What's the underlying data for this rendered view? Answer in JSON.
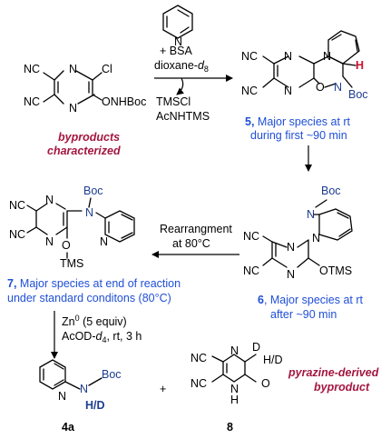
{
  "reagents_top": {
    "line1": "+ BSA",
    "line2_prefix": "dioxane-",
    "line2_sub": "d",
    "line2_sub2": "8"
  },
  "sm_labels": {
    "cn1": "NC",
    "cn2": "NC",
    "n1": "N",
    "n2": "N",
    "cl": "Cl",
    "onhboc": "ONHBoc"
  },
  "pyridine_reagent": {
    "n": "N"
  },
  "byproducts": {
    "tmscl": "TMSCl",
    "acnhtms": "AcNHTMS",
    "note_line1": "byproducts",
    "note_line2": "characterized"
  },
  "cmpd5": {
    "labels": {
      "cn1": "NC",
      "cn2": "NC",
      "n1": "N",
      "n2": "N",
      "n3": "N",
      "o": "O",
      "nboc": "N",
      "boc": "Boc",
      "h": "H"
    },
    "num": "5,",
    "desc1": " Major species at rt",
    "desc2": "during first ~90 min"
  },
  "cmpd6": {
    "labels": {
      "cn1": "NC",
      "cn2": "NC",
      "n1": "N",
      "n2": "N",
      "n3": "N",
      "n4": "N",
      "boc": "Boc",
      "otms": "OTMS"
    },
    "num": "6",
    "desc1": ", Major species at rt",
    "desc2": "after ~90 min"
  },
  "rearr": {
    "line1": "Rearrangment",
    "line2": "at 80°C"
  },
  "cmpd7": {
    "labels": {
      "cn1": "NC",
      "cn2": "NC",
      "n1": "N",
      "n2": "N",
      "n3": "N",
      "n4": "N",
      "boc": "Boc",
      "o": "O",
      "tms": "TMS"
    },
    "num": "7,",
    "desc1": " Major species at end of reaction",
    "desc2": "under standard conditons (80°C)"
  },
  "reduction": {
    "zn": "Zn",
    "zn_sup": "0",
    "zn_rest": " (5 equiv)",
    "line2_a": "AcOD-",
    "line2_d": "d",
    "line2_4": "4",
    "line2_b": ", rt, 3 h"
  },
  "cmpd4a": {
    "labels": {
      "n": "N",
      "n2": "N",
      "boc": "Boc",
      "hd": "H/D"
    },
    "num": "4a"
  },
  "plus": "+",
  "cmpd8": {
    "labels": {
      "cn1": "NC",
      "cn2": "NC",
      "n": "N",
      "nh": "N",
      "h": "H",
      "d": "D",
      "hd": "H/D",
      "o": "O"
    },
    "num": "8"
  },
  "pyrazine_note": {
    "line1": "pyrazine-derived",
    "line2": "byproduct"
  },
  "colors": {
    "blue_label": "#1f4fd6",
    "navy_atom": "#1d3d8f",
    "red_h": "#c8102e",
    "maroon_note": "#a3163f"
  }
}
